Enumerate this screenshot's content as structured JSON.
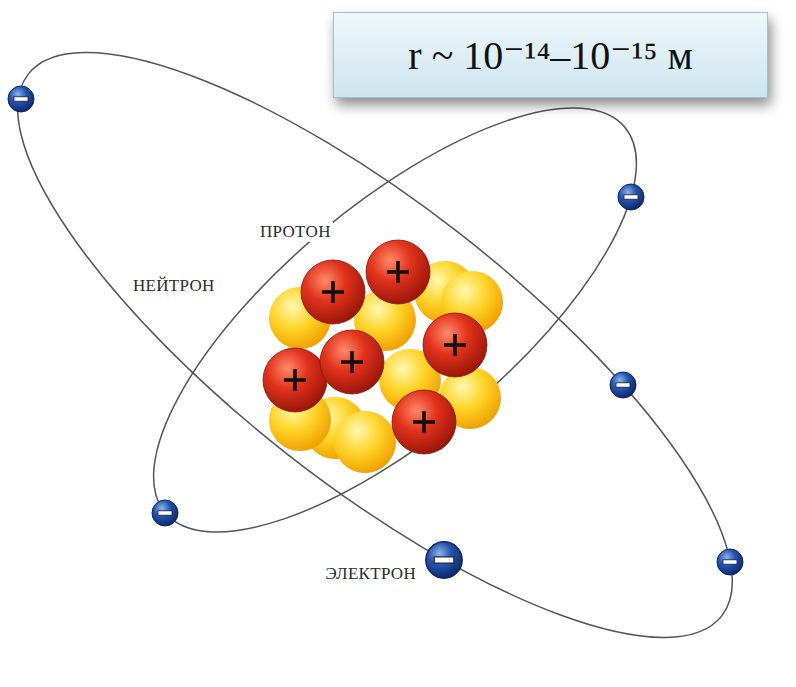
{
  "diagram": {
    "nodes": [
      {
        "text": [
          "r ~ 10⁻¹⁴–10⁻¹⁵ м"
        ]
      }
    ],
    "labels": [
      "ПРОТОН",
      "НЕЙТРОН",
      "ЭЛЕКТРОН"
    ]
  }
}
